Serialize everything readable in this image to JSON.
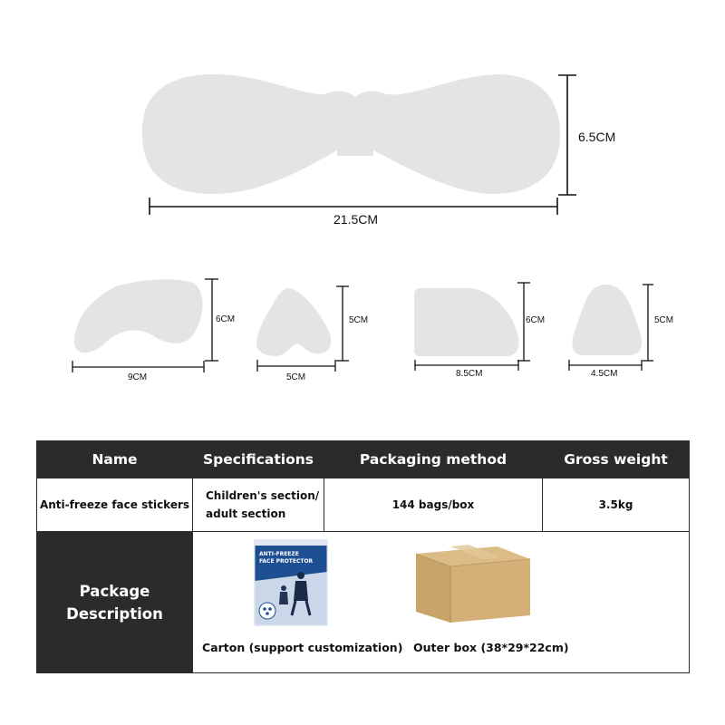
{
  "dimensions": {
    "large": {
      "width": "21.5CM",
      "height": "6.5CM"
    },
    "small": [
      {
        "width": "9CM",
        "height": "6CM"
      },
      {
        "width": "5CM",
        "height": "5CM"
      },
      {
        "width": "8.5CM",
        "height": "6CM"
      },
      {
        "width": "4.5CM",
        "height": "5CM"
      }
    ]
  },
  "table": {
    "headers": [
      "Name",
      "Specifications",
      "Packaging method",
      "Gross weight"
    ],
    "row": {
      "name": "Anti-freeze face stickers",
      "specifications": [
        "Children's section/",
        "adult section"
      ],
      "packaging": "144 bags/box",
      "weight": "3.5kg"
    },
    "package": {
      "label": [
        "Package",
        "Description"
      ],
      "bag_caption": "Carton (support customization)",
      "box_caption": "Outer box (38*29*22cm)",
      "bag_text": [
        "ANTI-FREEZE",
        "FACE PROTECTOR"
      ]
    }
  },
  "colors": {
    "header_bg": "#2b2b2b",
    "sticker_fill": "#e4e4e4",
    "box_color": "#d0ad73",
    "bag_color": "#1f4f93"
  }
}
